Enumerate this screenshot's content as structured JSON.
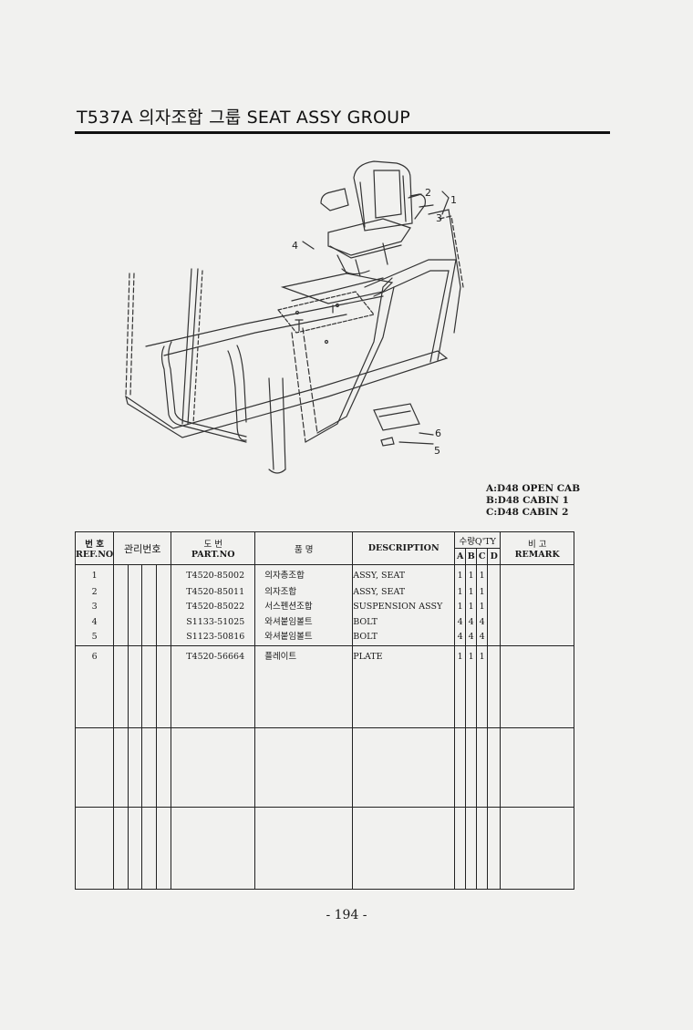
{
  "header": {
    "title": "T537A 의자조합 그룹 SEAT ASSY GROUP"
  },
  "diagram": {
    "callouts": [
      "1",
      "2",
      "3",
      "4",
      "5",
      "6"
    ]
  },
  "cab_legend": [
    "A:D48 OPEN CAB",
    "B:D48 CABIN 1",
    "C:D48 CABIN 2"
  ],
  "table": {
    "headers": {
      "ref_kr": "번 호",
      "ref_en": "REF.NO",
      "mgmt_kr": "관리번호",
      "part_kr": "도 번",
      "part_en": "PART.NO",
      "name_kr": "품 명",
      "desc_en": "DESCRIPTION",
      "qty_kr": "수량Q'TY",
      "qty_a": "A",
      "qty_b": "B",
      "qty_c": "C",
      "qty_d": "D",
      "remark_kr": "비 고",
      "remark_en": "REMARK"
    },
    "rows": [
      {
        "ref": "1",
        "part_no": "T4520-85002",
        "name_kr": "의자총조합",
        "desc": "ASSY, SEAT",
        "a": "1",
        "b": "1",
        "c": "1",
        "d": "",
        "remark": ""
      },
      {
        "ref": "2",
        "part_no": "T4520-85011",
        "name_kr": "의자조합",
        "desc": "ASSY, SEAT",
        "a": "1",
        "b": "1",
        "c": "1",
        "d": "",
        "remark": ""
      },
      {
        "ref": "3",
        "part_no": "T4520-85022",
        "name_kr": "서스펜션조합",
        "desc": "SUSPENSION ASSY",
        "a": "1",
        "b": "1",
        "c": "1",
        "d": "",
        "remark": ""
      },
      {
        "ref": "4",
        "part_no": "S1133-51025",
        "name_kr": "와셔붙임볼트",
        "desc": "BOLT",
        "a": "4",
        "b": "4",
        "c": "4",
        "d": "",
        "remark": ""
      },
      {
        "ref": "5",
        "part_no": "S1123-50816",
        "name_kr": "와셔붙임볼트",
        "desc": "BOLT",
        "a": "4",
        "b": "4",
        "c": "4",
        "d": "",
        "remark": ""
      },
      {
        "ref": "6",
        "part_no": "T4520-56664",
        "name_kr": "플레이트",
        "desc": "PLATE",
        "a": "1",
        "b": "1",
        "c": "1",
        "d": "",
        "remark": ""
      }
    ]
  },
  "footer": {
    "page_number": "- 194 -"
  }
}
